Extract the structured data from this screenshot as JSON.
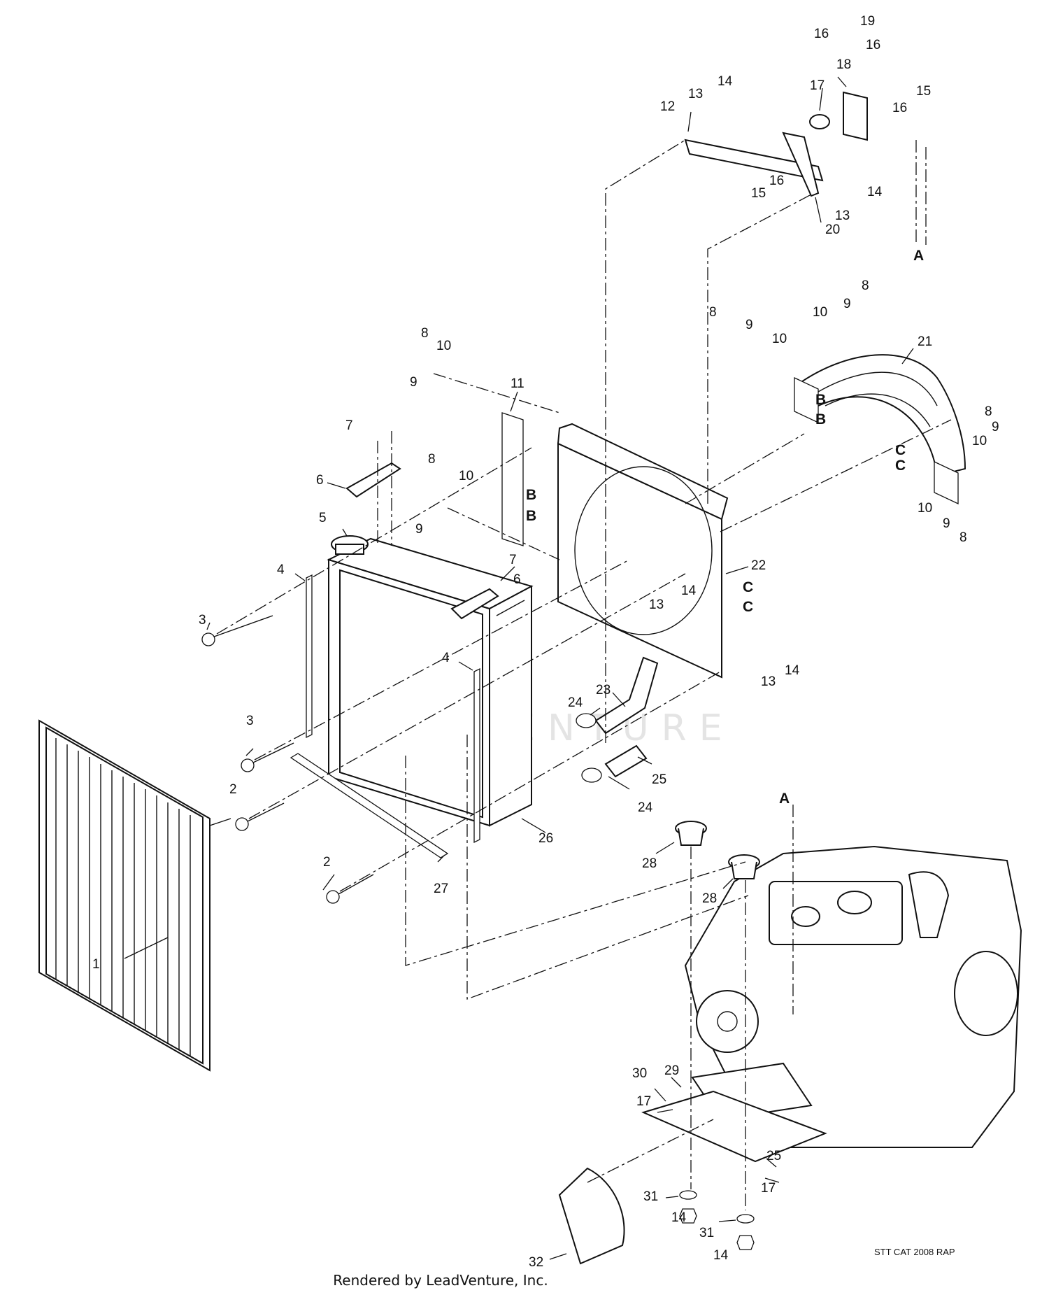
{
  "watermark": "LEADVENTURE",
  "drawing_code": "STT CAT 2008 RAP",
  "footer": "Rendered by LeadVenture, Inc.",
  "reference_letters": {
    "a": "A",
    "b": "B",
    "c": "C"
  },
  "callouts": {
    "c1": "1",
    "c2": "2",
    "c3": "3",
    "c4": "4",
    "c5": "5",
    "c6": "6",
    "c7": "7",
    "c8": "8",
    "c9": "9",
    "c10": "10",
    "c11": "11",
    "c12": "12",
    "c13": "13",
    "c14": "14",
    "c15": "15",
    "c16": "16",
    "c17": "17",
    "c18": "18",
    "c19": "19",
    "c20": "20",
    "c21": "21",
    "c22": "22",
    "c23": "23",
    "c24": "24",
    "c25": "25",
    "c26": "26",
    "c27": "27",
    "c28": "28",
    "c29": "29",
    "c30": "30",
    "c31": "31",
    "c32": "32"
  }
}
